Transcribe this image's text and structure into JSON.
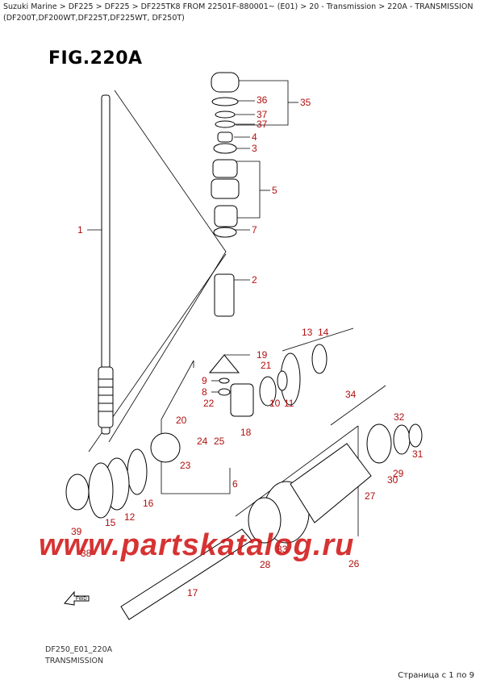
{
  "breadcrumb": {
    "items": [
      "Suzuki Marine",
      "DF225",
      "DF225",
      "DF225TK8 FROM 22501F-880001~ (E01)",
      "20 - Transmission",
      "220A - TRANSMISSION (DF200T,DF200WT,DF225T,DF225WT, DF250T)"
    ],
    "separator": ">"
  },
  "figure": {
    "title": "FIG.220A",
    "code": "DF250_E01_220A",
    "name": "TRANSMISSION"
  },
  "labels": [
    "36",
    "35",
    "37",
    "37",
    "4",
    "3",
    "5",
    "7",
    "1",
    "2",
    "13",
    "14",
    "19",
    "21",
    "9",
    "8",
    "22",
    "20",
    "10",
    "11",
    "34",
    "32",
    "24",
    "25",
    "18",
    "31",
    "29",
    "30",
    "27",
    "23",
    "6",
    "16",
    "12",
    "15",
    "39",
    "33",
    "28",
    "26",
    "38",
    "17"
  ],
  "watermark": "www.partskatalog.ru",
  "fwd": "FWD",
  "pager": "Страница с 1 по 9",
  "colors": {
    "label": "#b10f0f",
    "watermark": "#d01010",
    "line": "#000000"
  }
}
